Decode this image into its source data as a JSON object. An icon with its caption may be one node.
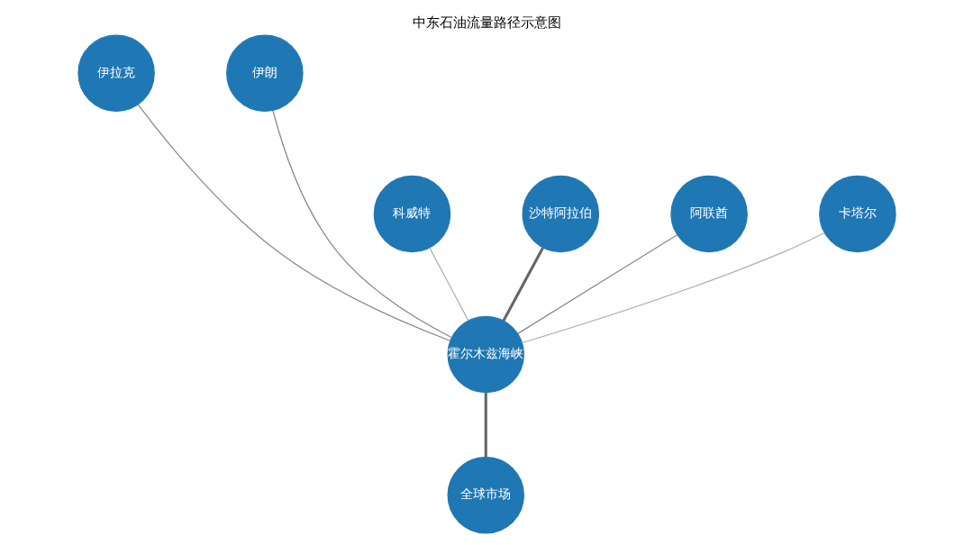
{
  "diagram": {
    "title": "中东石油流量路径示意图",
    "nodes": [
      {
        "text": [
          "伊拉克"
        ]
      },
      {
        "text": [
          "伊朗"
        ]
      },
      {
        "text": [
          "科威特"
        ]
      },
      {
        "text": [
          "沙特阿拉伯"
        ]
      },
      {
        "text": [
          "阿联酋"
        ]
      },
      {
        "text": [
          "卡塔尔"
        ]
      },
      {
        "text": [
          "霍尔木兹海峡"
        ]
      },
      {
        "text": [
          "全球市场"
        ]
      }
    ],
    "edges": [
      {
        "from": 2,
        "to": 6,
        "arrow": "none",
        "color": "#b0b0b0"
      },
      {
        "from": 3,
        "to": 6,
        "arrow": "none",
        "style": "thick",
        "color": "#666666"
      },
      {
        "from": 0,
        "to": 6,
        "arrow": "none"
      },
      {
        "from": 4,
        "to": 6,
        "arrow": "none"
      },
      {
        "from": 1,
        "to": 6,
        "arrow": "none"
      },
      {
        "from": 5,
        "to": 6,
        "arrow": "none",
        "color": "#b0b0b0"
      },
      {
        "from": 6,
        "to": 7,
        "arrow": "none",
        "style": "thick",
        "color": "#666666"
      }
    ]
  }
}
